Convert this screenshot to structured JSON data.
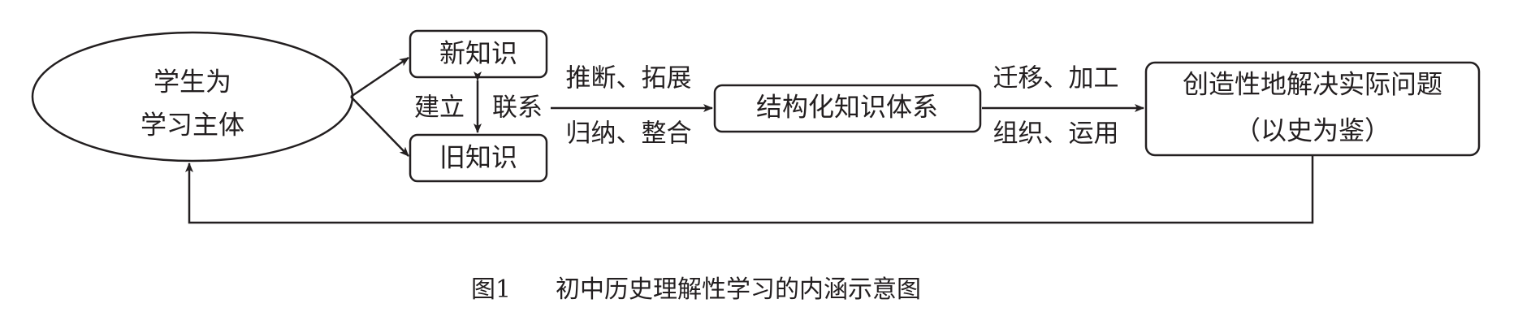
{
  "diagram": {
    "nodes": {
      "student": {
        "line1": "学生为",
        "line2": "学习主体"
      },
      "new_knowledge": {
        "label": "新知识"
      },
      "old_knowledge": {
        "label": "旧知识"
      },
      "structured": {
        "label": "结构化知识体系"
      },
      "solve": {
        "line1": "创造性地解决实际问题",
        "line2": "（以史为鉴）"
      }
    },
    "edges": {
      "link_left": "建立",
      "link_right": "联系",
      "infer_expand": "推断、拓展",
      "induce_integrate": "归纳、整合",
      "transfer_process": "迁移、加工",
      "organize_apply": "组织、运用"
    },
    "caption": {
      "label": "图1",
      "title": "初中历史理解性学习的内涵示意图"
    },
    "colors": {
      "stroke": "#231f20",
      "background": "#ffffff"
    }
  }
}
